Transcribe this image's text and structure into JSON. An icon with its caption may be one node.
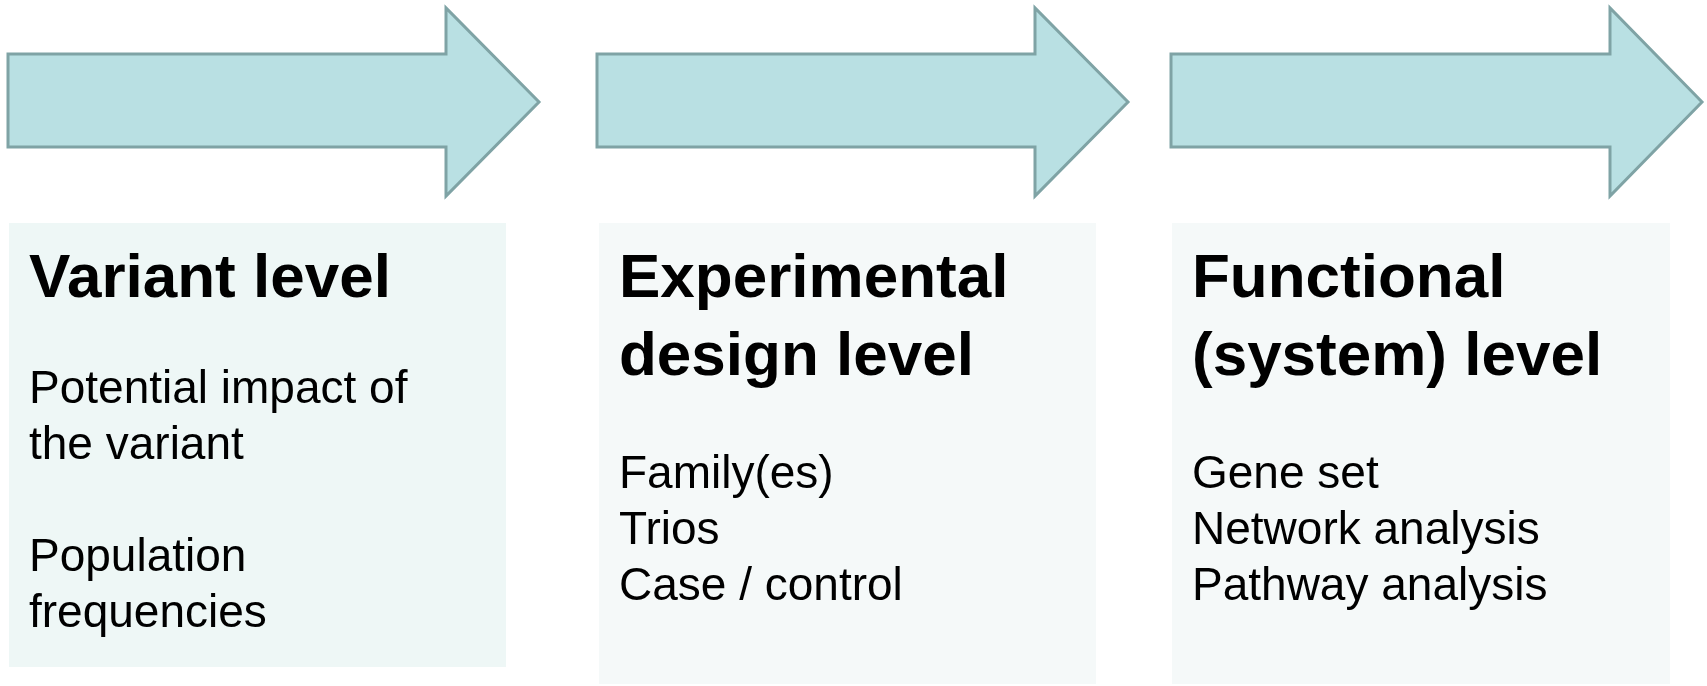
{
  "diagram": {
    "nodes": [
      {
        "text": [
          "Variant level",
          "Potential impact of the variant",
          "Population frequencies"
        ]
      },
      {
        "text": [
          "Experimental design level",
          "Family(es)",
          "Trios",
          "Case / control"
        ]
      },
      {
        "text": [
          "Functional (system) level",
          "Gene set",
          "Network analysis",
          "Pathway analysis"
        ]
      }
    ]
  }
}
